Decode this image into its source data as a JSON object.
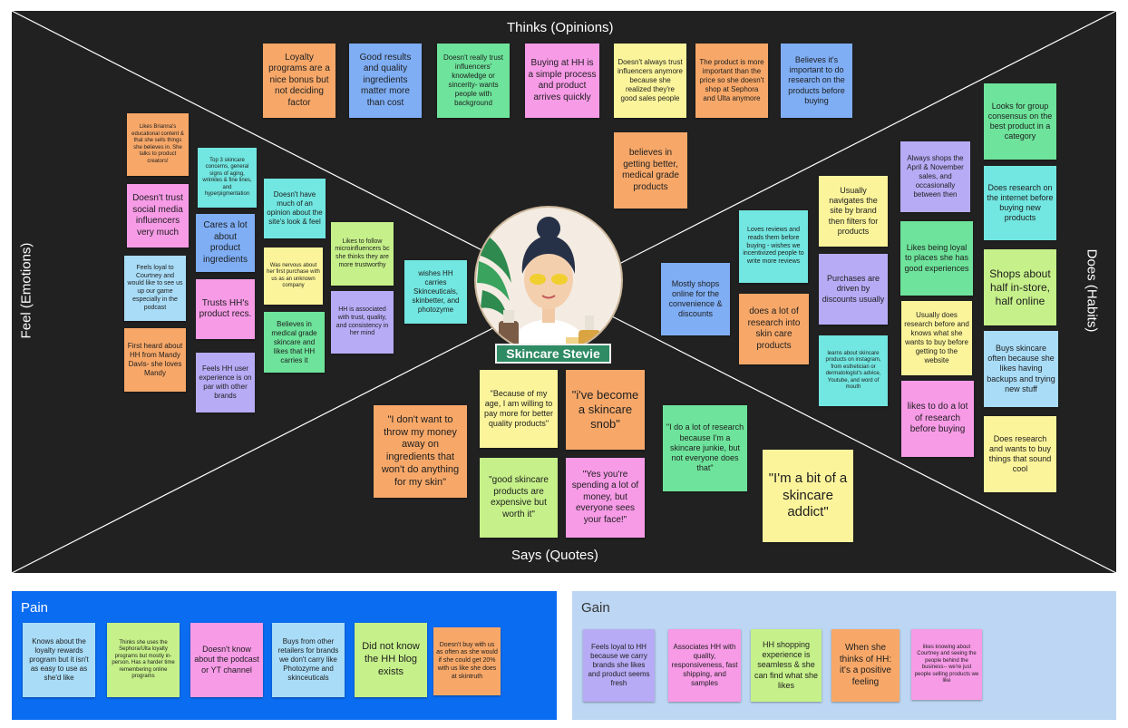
{
  "quadrants": {
    "thinks": "Thinks (Opinions)",
    "feels": "Feel (Emotions)",
    "does": "Does (Habits)",
    "says": "Says (Quotes)"
  },
  "persona": {
    "name": "Skincare Stevie"
  },
  "notes": {
    "t1": "Loyalty programs are a nice bonus but not deciding factor",
    "t2": "Good results and quality ingredients matter more than cost",
    "t3": "Doesn't really trust influencers' knowledge or sincerity- wants people with background",
    "t4": "Buying at HH is a simple process and product arrives quickly",
    "t5": "Doesn't always trust influencers anymore because she realized they're good sales people",
    "t6": "The product is more important than the price so she doesn't shop at Sephora and Ulta anymore",
    "t7": "Believes it's important to do research on the products before buying",
    "t8": "believes in getting better, medical grade products",
    "f1": "Likes Brianna's educational content & that she sells things she believes in. She talks to product creators!",
    "f2": "Doesn't trust social media influencers very much",
    "f3": "Feels loyal to Courtney and would like to see us up our game especially in the podcast",
    "f4": "First heard about HH from Mandy Davis- she loves Mandy",
    "f5": "Top 3 skincare concerns, general signs of aging, wrinkles & fine lines, and hyperpigmentation",
    "f6": "Cares a lot about product ingredients",
    "f7": "Trusts HH's product recs.",
    "f8": "Feels HH user experience is on par with other brands",
    "f9": "Doesn't have much of an opinion about the site's look & feel",
    "f10": "Was nervous about her first purchase with us as an unknown company",
    "f11": "Believes in medical grade skincare and likes that HH carries it",
    "f12": "Likes to follow microinfluencers bc she thinks they are more trustworthy",
    "f13": "HH is associated with trust, quality, and consistency in her mind",
    "f14": "wishes HH carries Skinceuticals, skinbetter, and photozyme",
    "d1": "Looks for group consensus on the best product in a category",
    "d2": "Always shops the April & November sales, and occasionally between then",
    "d3": "Does research on the internet before buying new products",
    "d4": "Usually navigates the site by brand then filters for products",
    "d5": "Likes being loyal to places she has good experiences",
    "d6": "Shops about half in-store, half online",
    "d7": "Loves reviews and reads them before buying - wishes we incentivized people to write more reviews",
    "d8": "Purchases are driven by discounts usually",
    "d9": "Mostly shops online for the convenience & discounts",
    "d10": "does a lot of research into skin care products",
    "d11": "Usually does research before and knows what she wants to buy before getting to the website",
    "d12": "Buys skincare often because she likes having backups and trying new stuff",
    "d13": "learns about skincare products on instagram, from esthetician or dermatologist's advice, Youtube, and word of mouth",
    "d14": "likes to do a lot of research before buying",
    "d15": "Does research and wants to buy things that sound cool",
    "s1": "\"Because of my age, I am willing to pay more for better quality products\"",
    "s2": "\"i've become a skincare snob\"",
    "s3": "\"I don't want to throw my money away on ingredients that won't do anything for my skin\"",
    "s4": "\"good skincare products are expensive but worth it\"",
    "s5": "\"Yes you're spending a lot of money, but everyone sees your face!\"",
    "s6": "\"I do a lot of research because I'm a skincare junkie, but not everyone does that\"",
    "s7": "\"I'm a bit of a skincare addict\""
  },
  "pain": {
    "title": "Pain",
    "notes": [
      "Knows about the loyalty rewards program but it isn't as easy to use as she'd like",
      "Thinks she uses the Sephora/Ulta loyalty programs but mostly in-person. Has a harder time remembering online programs",
      "Doesn't know about the podcast or YT channel",
      "Buys from other retailers for brands we don't carry like Photozyme and skinceuticals",
      "Did not know the HH blog exists",
      "Doesn't buy with us as often as she would if she could get 20% with us like she does at skintruth"
    ]
  },
  "gain": {
    "title": "Gain",
    "notes": [
      "Feels loyal to HH because we carry brands she likes and product seems fresh",
      "Associates HH with quality, responsiveness, fast shipping, and samples",
      "HH shopping experience is seamless & she can find what she likes",
      "When she thinks of HH: it's a positive feeling",
      "likes knowing about Courtney and seeing the people behind the business-- we're just people selling products we like"
    ]
  },
  "colors": {
    "board": "#212121",
    "pain_bg": "#0a6cf0",
    "gain_bg": "#bcd6f3",
    "persona_label": "#2e8b64"
  }
}
